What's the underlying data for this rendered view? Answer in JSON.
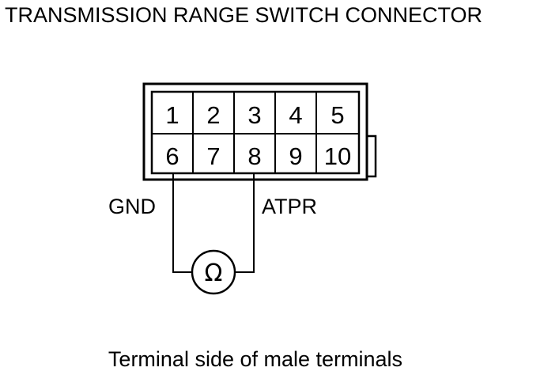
{
  "title": "TRANSMISSION RANGE SWITCH CONNECTOR",
  "connector": {
    "pins_top": [
      "1",
      "2",
      "3",
      "4",
      "5"
    ],
    "pins_bottom": [
      "6",
      "7",
      "8",
      "9",
      "10"
    ]
  },
  "labels": {
    "gnd": "GND",
    "atpr": "ATPR"
  },
  "meter_symbol": "Ω",
  "caption": "Terminal side of male terminals"
}
